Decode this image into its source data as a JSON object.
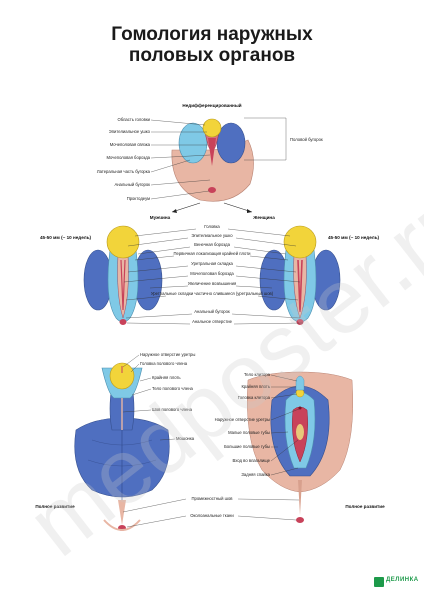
{
  "title": {
    "line1": "Гомология наружных",
    "line2": "половых органов"
  },
  "top_section": {
    "heading": "Недифференцированный",
    "labels": [
      "Область головки",
      "Эпителиальное ушко",
      "Мочеполовая связка",
      "Мочеполовая борозда",
      "Латеральная часть бугорка",
      "Анальный бугорок",
      "Проктодеум"
    ],
    "right_label": "Половой бугорок"
  },
  "middle_section": {
    "male_heading": "Мужчина",
    "female_heading": "Женщина",
    "age_left": "45-50 мм (~ 10 недель)",
    "age_right": "45-50 мм (~ 10 недель)",
    "labels": [
      "Головка",
      "Эпителиальное ушко",
      "Венечная борозда",
      "Первичная локализация крайней плоти",
      "Уретральная складка",
      "Мочеполовая борозда",
      "Увеличение возвышения",
      "Уретральные складки частично слившиеся (уретральный шов)",
      "Анальный бугорок",
      "Анальное отверстие"
    ]
  },
  "male_full": {
    "labels": [
      "Наружное отверстие уретры",
      "Головка полового члена",
      "Крайняя плоть",
      "Тело полового члена",
      "Шов полового члена",
      "Мошонка"
    ],
    "bottom_labels": [],
    "caption": "Полное развитие"
  },
  "female_full": {
    "labels": [
      "Тело клитора",
      "Крайняя плоть",
      "Головка клитора",
      "Наружное отверстие уретры",
      "Малые половые губы",
      "Большие половые губы",
      "Вход во влагалище",
      "Задняя спайка"
    ],
    "caption": "Полное развитие"
  },
  "bottom_labels": [
    "Промежностный шов",
    "Околоанальные ткани"
  ],
  "watermark": "medposter.ru",
  "logo": "ДЕЛИНКА",
  "colors": {
    "glans_yellow": "#f2d43a",
    "tubercle_blue": "#7fc9e6",
    "swelling_blue": "#4f6fc0",
    "skin_pink": "#e8b6a4",
    "fold_red": "#c8425a",
    "logo_green": "#1d9a4a"
  }
}
